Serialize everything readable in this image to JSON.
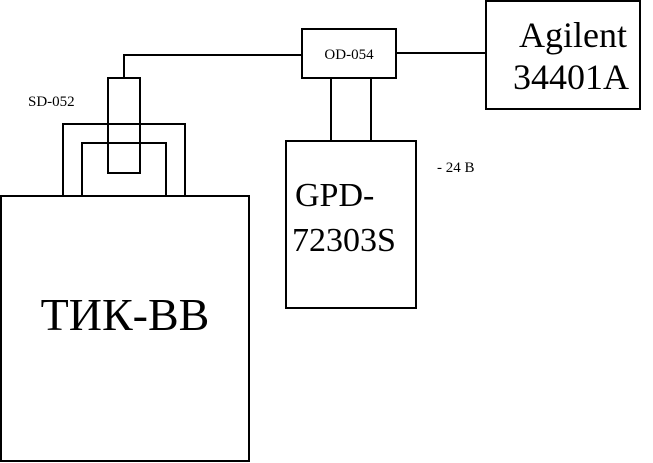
{
  "diagram": {
    "main_unit": {
      "label": "ТИК-ВВ"
    },
    "sensor": {
      "label": "SD-052"
    },
    "converter": {
      "label": "OD-054"
    },
    "multimeter": {
      "label_line1": "Agilent",
      "label_line2": "34401A"
    },
    "power_supply": {
      "label_line1": "GPD-",
      "label_line2": "72303S"
    },
    "voltage_note": {
      "label": "- 24 В"
    }
  }
}
